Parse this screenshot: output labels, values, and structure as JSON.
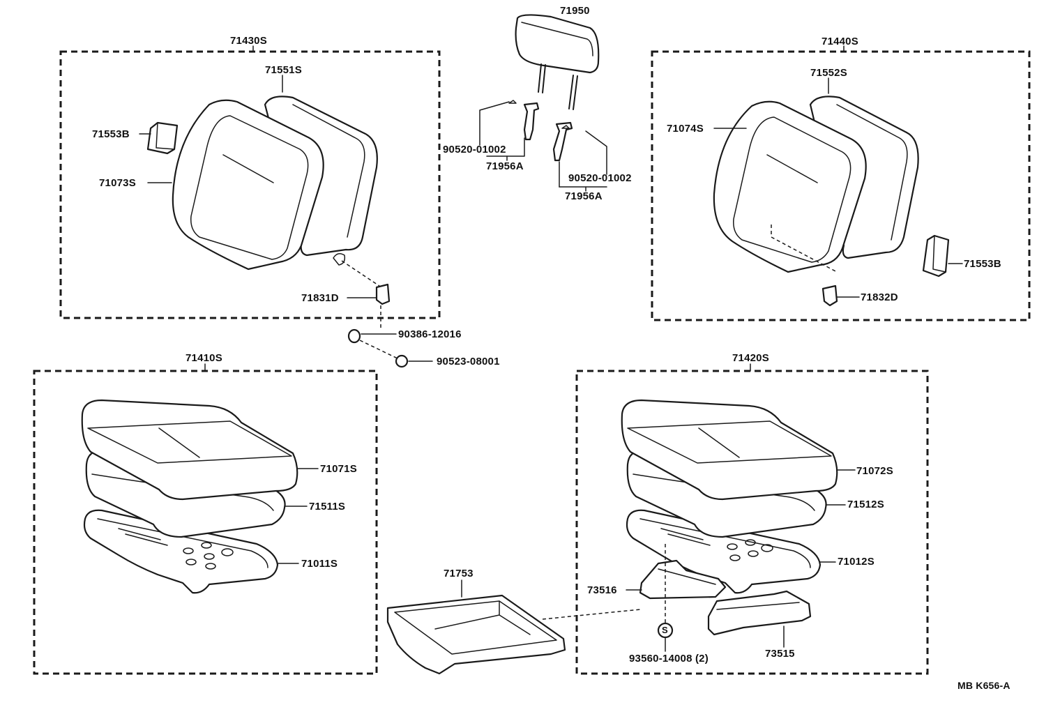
{
  "labels": {
    "l71950": "71950",
    "l71430S": "71430S",
    "l71551S": "71551S",
    "l71553B_left": "71553B",
    "l71073S": "71073S",
    "l71831D": "71831D",
    "l90386": "90386-12016",
    "l90523": "90523-08001",
    "l90520_left": "90520-01002",
    "l71956A_left": "71956A",
    "l90520_right": "90520-01002",
    "l71956A_right": "71956A",
    "l71440S": "71440S",
    "l71552S": "71552S",
    "l71074S": "71074S",
    "l71553B_right": "71553B",
    "l71832D": "71832D",
    "l71410S": "71410S",
    "l71071S": "71071S",
    "l71511S": "71511S",
    "l71011S": "71011S",
    "l71753": "71753",
    "l71420S": "71420S",
    "l71072S": "71072S",
    "l71512S": "71512S",
    "l71012S": "71012S",
    "l73516": "73516",
    "l73515": "73515",
    "l93560": "93560-14008 (2)",
    "s_symbol": "S",
    "ref_code": "MB K656-A"
  }
}
